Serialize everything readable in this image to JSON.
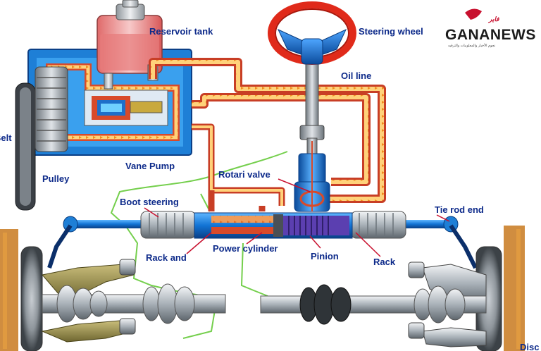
{
  "labels": {
    "reservoir_tank": "Reservoir tank",
    "steering_wheel": "Steering wheel",
    "oil_line": "Oil line",
    "belt": "Belt",
    "pulley": "Pulley",
    "vane_pump": "Vane Pump",
    "rotari_valve": "Rotari valve",
    "boot_steering": "Boot steering",
    "tie_rod_end": "Tie rod end",
    "rack_and": "Rack and",
    "power_cylinder": "Power cylinder",
    "pinion": "Pinion",
    "rack": "Rack",
    "disc": "Disc"
  },
  "watermark": {
    "brand": "GANANEWS",
    "script": "فاير",
    "tagline": "نجوم الأخبار والمعلومات والترفيه"
  },
  "colors": {
    "oil": "#d84a2a",
    "housing": "#1e7fd6",
    "label": "#0d2a8a",
    "steering_rim": "#e02a1a",
    "boot": "#b7c0c8",
    "rack": "#5b3fb0"
  }
}
